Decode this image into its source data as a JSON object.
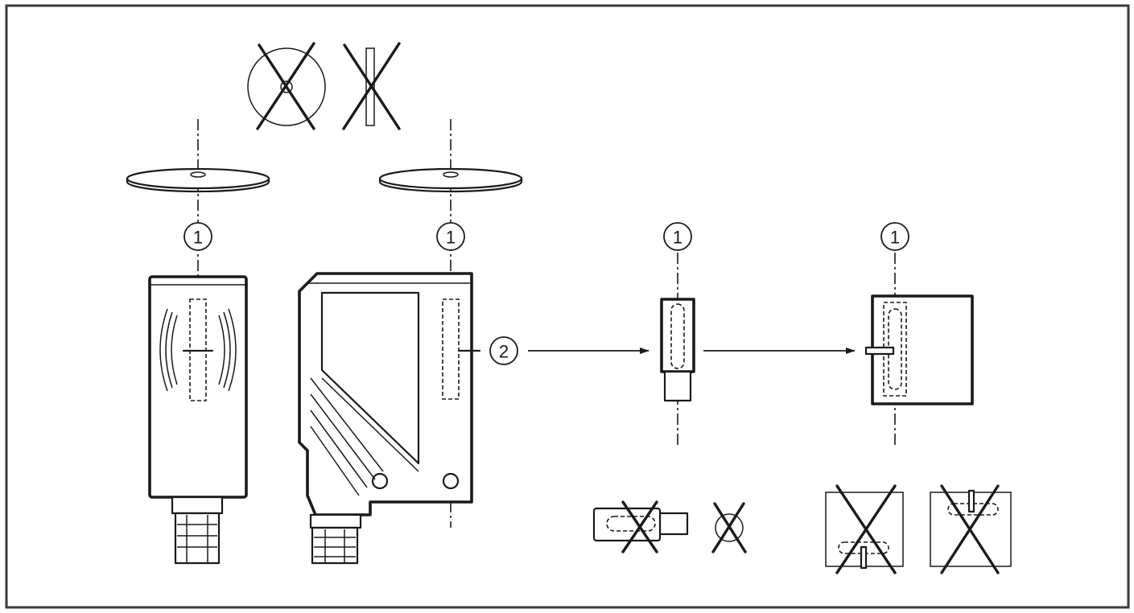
{
  "callouts": {
    "c1a": "1",
    "c1b": "1",
    "c1c": "1",
    "c1d": "1",
    "c2": "2"
  }
}
